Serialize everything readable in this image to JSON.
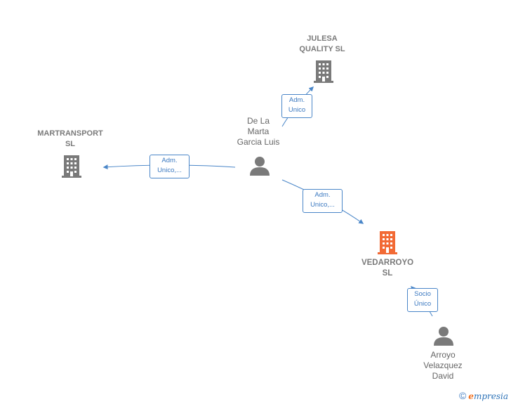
{
  "nodes": {
    "julesa": {
      "label": "JULESA\nQUALITY  SL",
      "kind": "company"
    },
    "martransport": {
      "label": "MARTRANSPORT\nSL",
      "kind": "company"
    },
    "vedarroyo": {
      "label": "VEDARROYO\nSL",
      "kind": "company-main"
    },
    "delamarta": {
      "label": "De La\nMarta\nGarcia Luis",
      "kind": "person"
    },
    "arroyo": {
      "label": "Arroyo\nVelazquez\nDavid",
      "kind": "person"
    }
  },
  "edges": {
    "to_julesa": {
      "label": "Adm.\nUnico"
    },
    "to_martransport": {
      "label": "Adm.\nUnico,..."
    },
    "to_vedarroyo": {
      "label": "Adm.\nUnico,..."
    },
    "arroyo_to_vedarroyo": {
      "label": "Socio\nÚnico"
    }
  },
  "colors": {
    "company_icon": "#7a7a7a",
    "main_company_icon": "#f26a35",
    "person_icon": "#7a7a7a",
    "edge": "#4a86c8"
  },
  "footer": {
    "copyright_symbol": "©",
    "brand_initial": "e",
    "brand_rest": "mpresia"
  }
}
